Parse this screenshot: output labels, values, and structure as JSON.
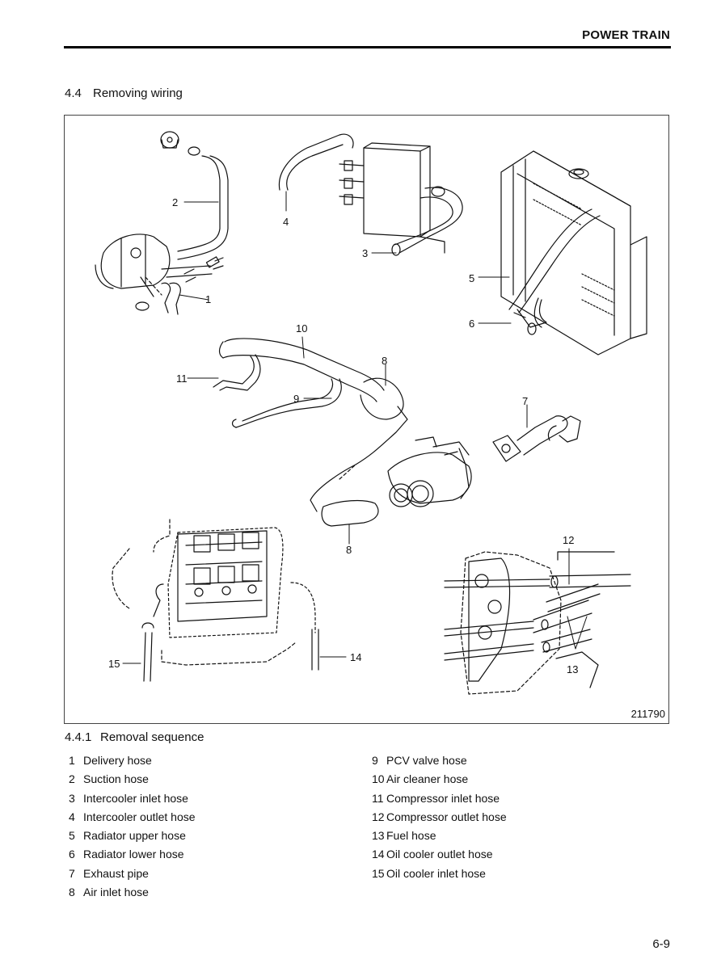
{
  "header": {
    "title": "POWER TRAIN"
  },
  "section": {
    "number": "4.4",
    "title": "Removing wiring"
  },
  "figure": {
    "id": "211790",
    "callouts": [
      "1",
      "2",
      "3",
      "4",
      "5",
      "6",
      "7",
      "8",
      "8",
      "9",
      "10",
      "11",
      "12",
      "13",
      "14",
      "15"
    ]
  },
  "subsection": {
    "number": "4.4.1",
    "title": "Removal sequence"
  },
  "items_left": [
    {
      "n": "1",
      "label": "Delivery hose"
    },
    {
      "n": "2",
      "label": "Suction hose"
    },
    {
      "n": "3",
      "label": "Intercooler inlet hose"
    },
    {
      "n": "4",
      "label": "Intercooler outlet hose"
    },
    {
      "n": "5",
      "label": "Radiator upper hose"
    },
    {
      "n": "6",
      "label": "Radiator lower hose"
    },
    {
      "n": "7",
      "label": "Exhaust pipe"
    },
    {
      "n": "8",
      "label": "Air inlet hose"
    }
  ],
  "items_right": [
    {
      "n": "9",
      "label": "PCV valve hose"
    },
    {
      "n": "10",
      "label": "Air cleaner hose"
    },
    {
      "n": "11",
      "label": "Compressor inlet hose"
    },
    {
      "n": "12",
      "label": "Compressor outlet hose"
    },
    {
      "n": "13",
      "label": "Fuel hose"
    },
    {
      "n": "14",
      "label": "Oil cooler outlet hose"
    },
    {
      "n": "15",
      "label": "Oil cooler inlet hose"
    }
  ],
  "page_number": "6-9"
}
